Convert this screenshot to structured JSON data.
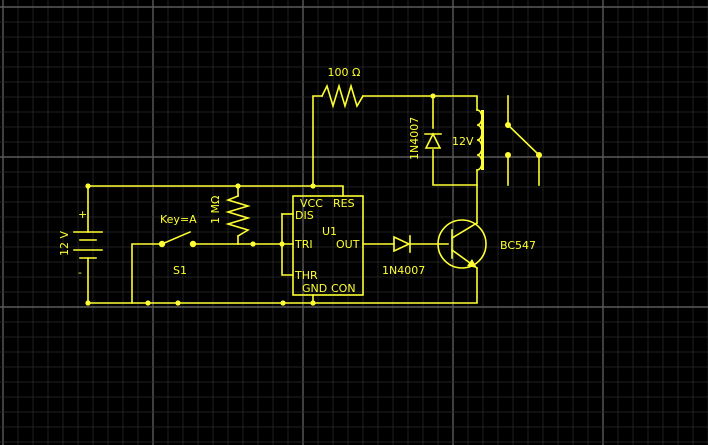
{
  "colors": {
    "background": "#000000",
    "grid_minor": "#2a2a2a",
    "grid_major": "#5a5a5a",
    "wire": "#ffff33"
  },
  "resistor_r1": {
    "value": "100 Ω"
  },
  "resistor_r2": {
    "value": "1 MΩ"
  },
  "diode_d1": {
    "name": "1N4007"
  },
  "diode_d2": {
    "name": "1N4007"
  },
  "relay": {
    "voltage": "12V"
  },
  "battery": {
    "voltage": "12 V",
    "plus": "+",
    "minus": "-"
  },
  "switch_s1": {
    "name": "S1",
    "key": "Key=A"
  },
  "timer_u1": {
    "name": "U1",
    "pins": {
      "vcc": "VCC",
      "res": "RES",
      "dis": "DIS",
      "tri": "TRI",
      "out": "OUT",
      "thr": "THR",
      "gnd": "GND",
      "con": "CON"
    }
  },
  "transistor_q1": {
    "name": "BC547"
  }
}
